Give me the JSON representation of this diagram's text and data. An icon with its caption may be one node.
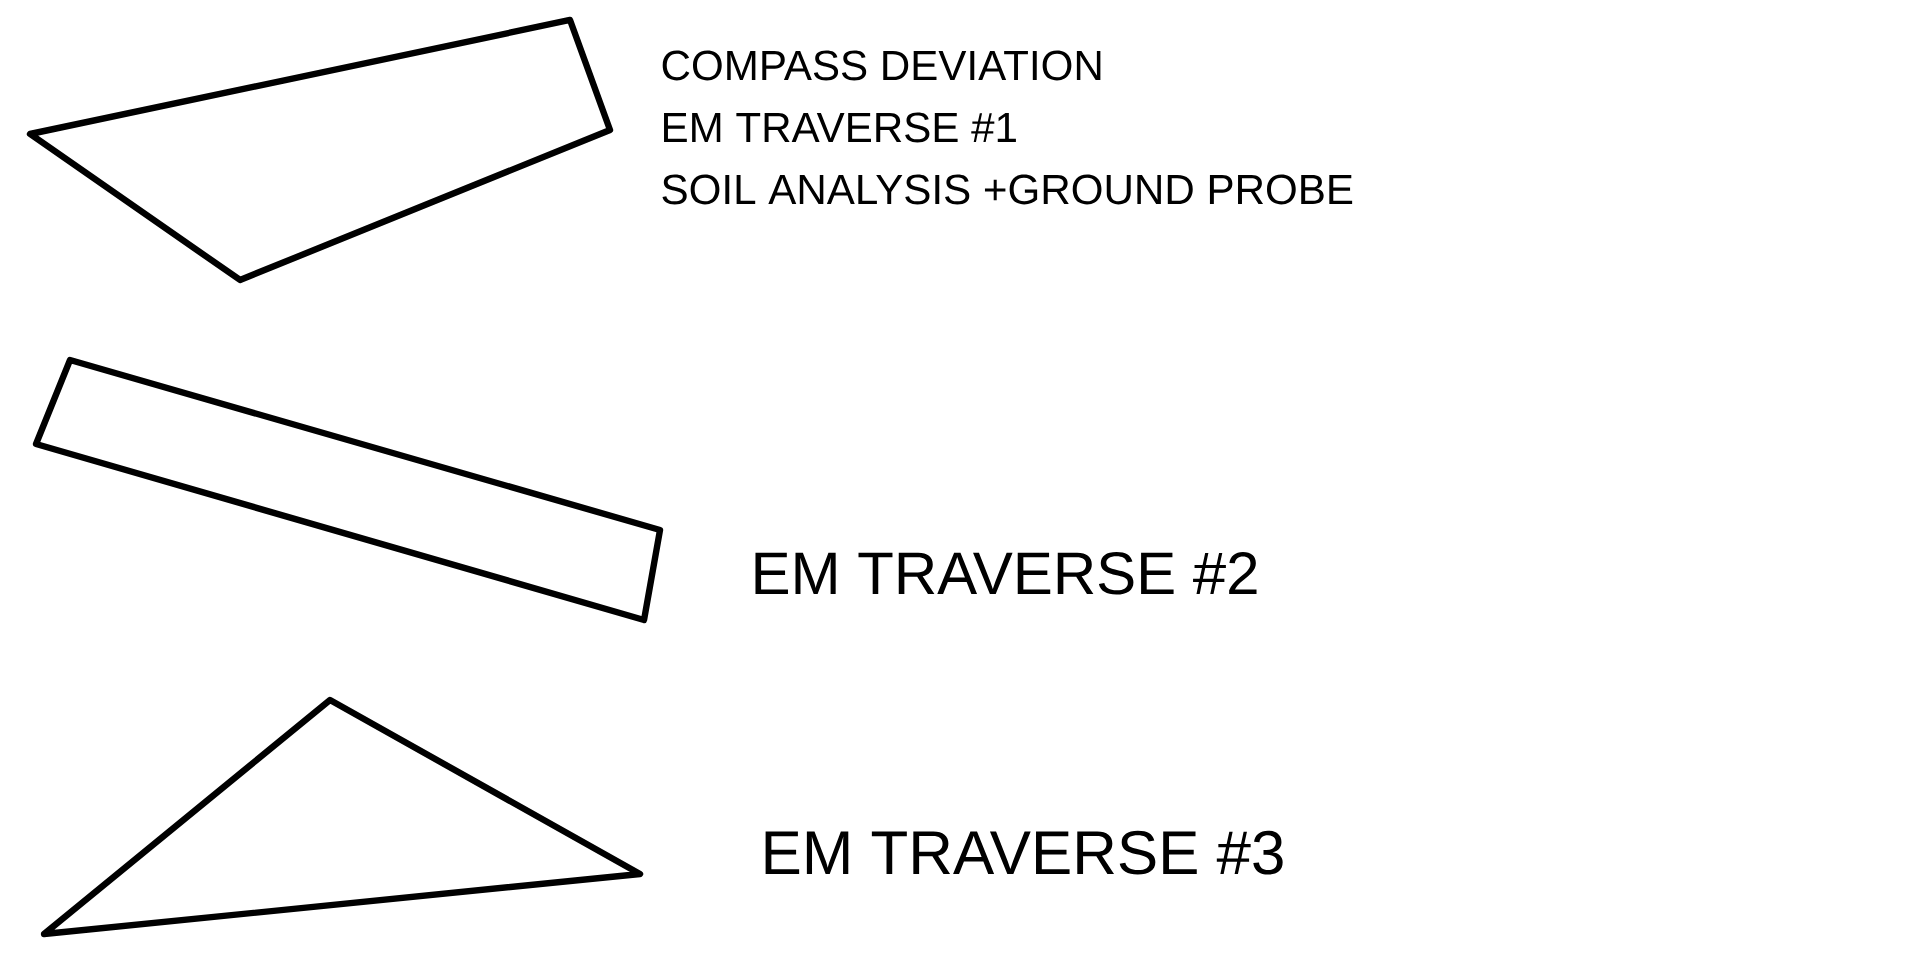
{
  "diagram": {
    "nodes": [
      {
        "text": [],
        "shape": "quadrilateral",
        "beside": [
          "COMPASS DEVIATION",
          "EM TRAVERSE #1",
          "SOIL ANALYSIS +GROUND PROBE"
        ]
      },
      {
        "text": [],
        "shape": "bar",
        "beside": [
          "EM TRAVERSE #2"
        ]
      },
      {
        "text": [],
        "shape": "triangle",
        "beside": [
          "EM TRAVERSE #3"
        ]
      }
    ]
  }
}
